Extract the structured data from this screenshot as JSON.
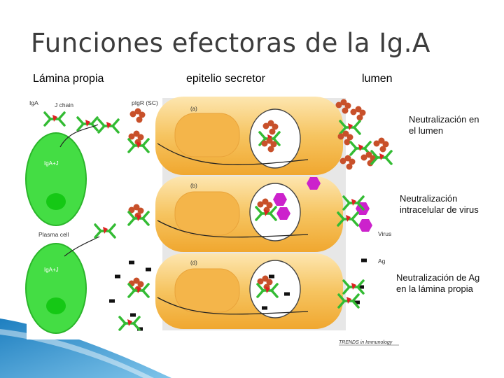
{
  "title": "Funciones efectoras de la Ig.A",
  "columns": {
    "lamina": "Lámina propia",
    "epitelio": "epitelio secretor",
    "lumen": "lumen"
  },
  "annotations": {
    "a": [
      "Neutralización en",
      "el lumen"
    ],
    "b": [
      "Neutralización",
      "intracelular de virus"
    ],
    "c": [
      "Neutralización de Ag",
      "en la lámina propia"
    ]
  },
  "figure": {
    "legend": {
      "iga": "IgA",
      "jchain": "J chain",
      "pigr": "pIgR (SC)"
    },
    "cells": {
      "iga_j_1": "IgA+J",
      "plasma": "Plasma cell",
      "iga_j_2": "IgA+J"
    },
    "panels": [
      "(a)",
      "(b)",
      "(d)"
    ],
    "virus": "Virus",
    "ag": "Ag",
    "credit": "TRENDS in Immunology"
  },
  "colors": {
    "plasma": "#33dd33",
    "epithelium": "#f5b640",
    "antibody": "#33bb33",
    "pigr": "#cc4422",
    "virus": "#cc22cc",
    "antigen": "#111111"
  }
}
